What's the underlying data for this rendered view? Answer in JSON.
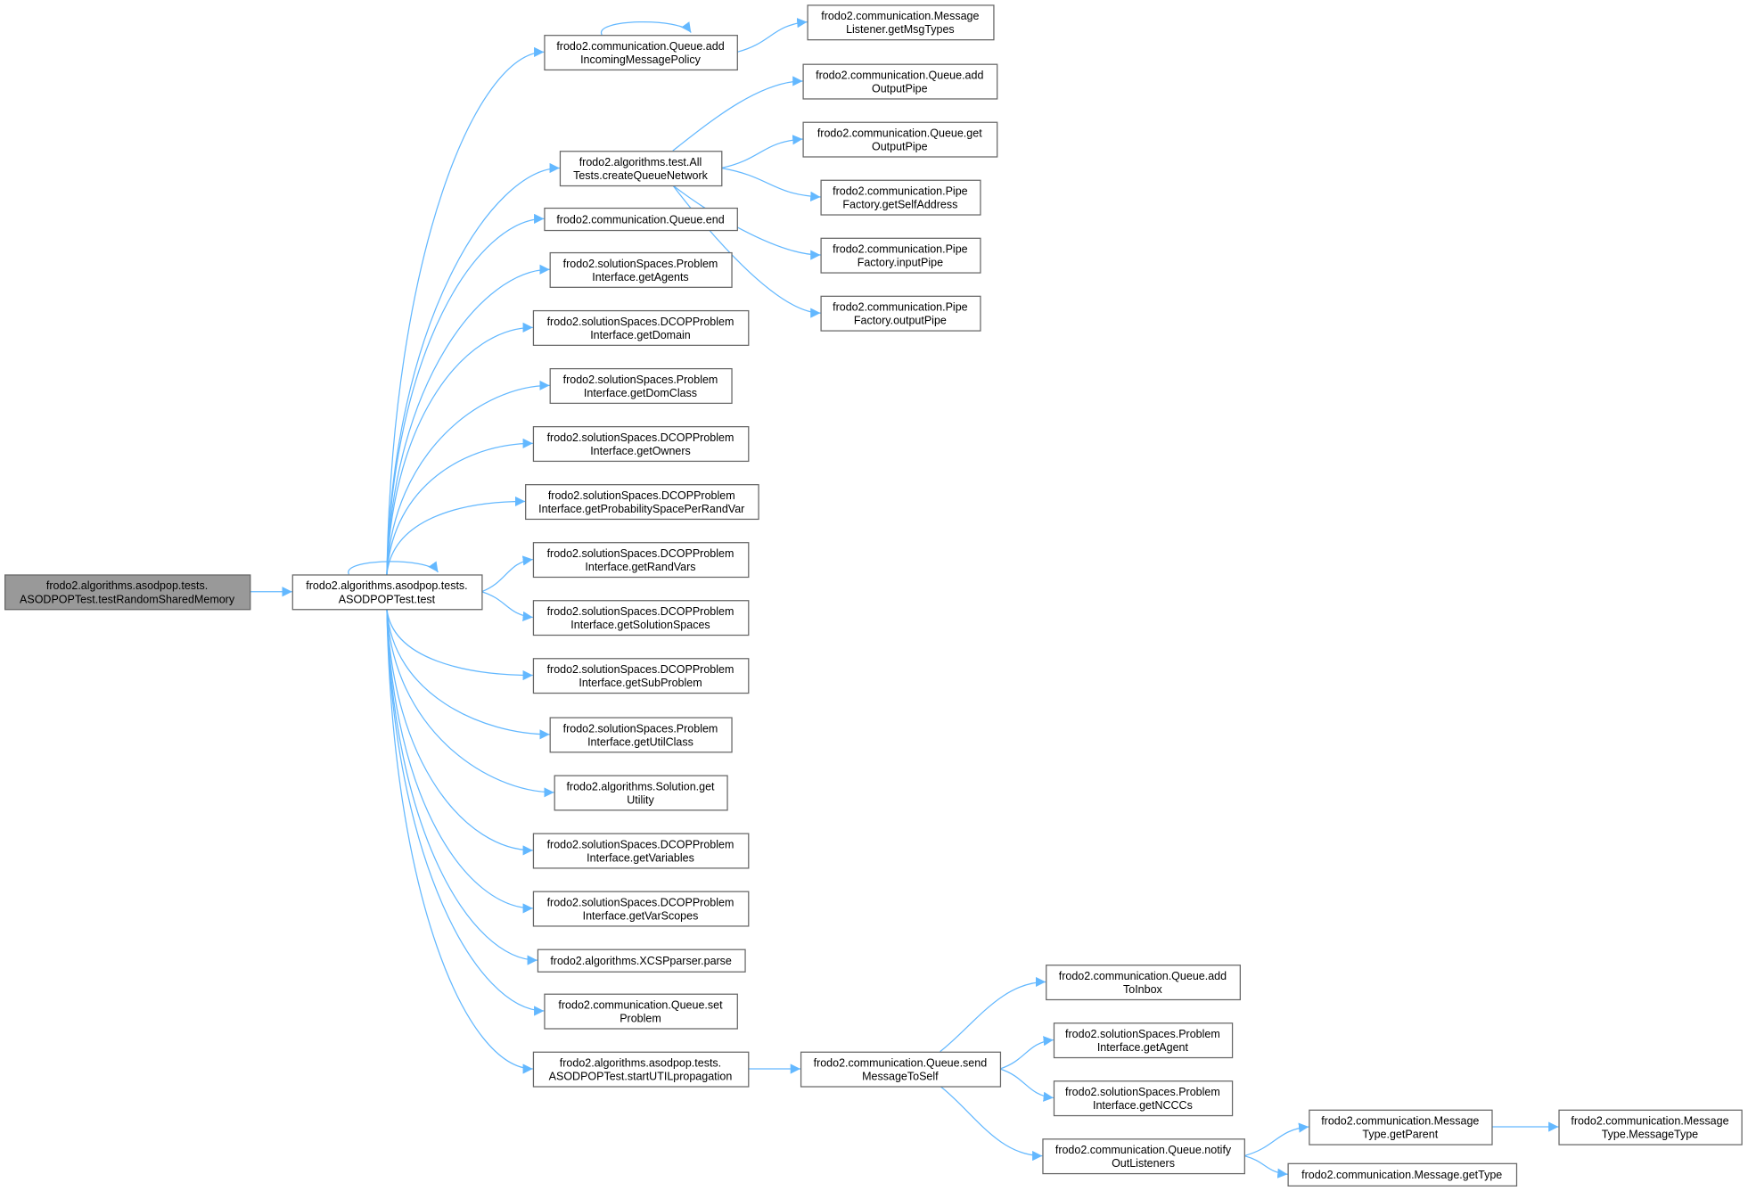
{
  "colors": {
    "edge": "#63b8ff",
    "highlight_fill": "#999999",
    "border": "#666666"
  },
  "nodes": [
    {
      "id": "n0",
      "lines": [
        "frodo2.algorithms.asodpop.tests.",
        "ASODPOPTest.testRandomSharedMemory"
      ],
      "highlighted": true
    },
    {
      "id": "n1",
      "lines": [
        "frodo2.algorithms.asodpop.tests.",
        "ASODPOPTest.test"
      ]
    },
    {
      "id": "a1",
      "lines": [
        "frodo2.communication.Queue.add",
        "IncomingMessagePolicy"
      ]
    },
    {
      "id": "a2",
      "lines": [
        "frodo2.algorithms.test.All",
        "Tests.createQueueNetwork"
      ]
    },
    {
      "id": "a3",
      "lines": [
        "frodo2.communication.Queue.end"
      ]
    },
    {
      "id": "a4",
      "lines": [
        "frodo2.solutionSpaces.Problem",
        "Interface.getAgents"
      ]
    },
    {
      "id": "a5",
      "lines": [
        "frodo2.solutionSpaces.DCOPProblem",
        "Interface.getDomain"
      ]
    },
    {
      "id": "a6",
      "lines": [
        "frodo2.solutionSpaces.Problem",
        "Interface.getDomClass"
      ]
    },
    {
      "id": "a7",
      "lines": [
        "frodo2.solutionSpaces.DCOPProblem",
        "Interface.getOwners"
      ]
    },
    {
      "id": "a8",
      "lines": [
        "frodo2.solutionSpaces.DCOPProblem",
        "Interface.getProbabilitySpacePerRandVar"
      ]
    },
    {
      "id": "a9",
      "lines": [
        "frodo2.solutionSpaces.DCOPProblem",
        "Interface.getRandVars"
      ]
    },
    {
      "id": "a10",
      "lines": [
        "frodo2.solutionSpaces.DCOPProblem",
        "Interface.getSolutionSpaces"
      ]
    },
    {
      "id": "a11",
      "lines": [
        "frodo2.solutionSpaces.DCOPProblem",
        "Interface.getSubProblem"
      ]
    },
    {
      "id": "a12",
      "lines": [
        "frodo2.solutionSpaces.Problem",
        "Interface.getUtilClass"
      ]
    },
    {
      "id": "a13",
      "lines": [
        "frodo2.algorithms.Solution.get",
        "Utility"
      ]
    },
    {
      "id": "a14",
      "lines": [
        "frodo2.solutionSpaces.DCOPProblem",
        "Interface.getVariables"
      ]
    },
    {
      "id": "a15",
      "lines": [
        "frodo2.solutionSpaces.DCOPProblem",
        "Interface.getVarScopes"
      ]
    },
    {
      "id": "a16",
      "lines": [
        "frodo2.algorithms.XCSPparser.parse"
      ]
    },
    {
      "id": "a17",
      "lines": [
        "frodo2.communication.Queue.set",
        "Problem"
      ]
    },
    {
      "id": "a18",
      "lines": [
        "frodo2.algorithms.asodpop.tests.",
        "ASODPOPTest.startUTILpropagation"
      ]
    },
    {
      "id": "b1",
      "lines": [
        "frodo2.communication.Message",
        "Listener.getMsgTypes"
      ]
    },
    {
      "id": "b2",
      "lines": [
        "frodo2.communication.Queue.add",
        "OutputPipe"
      ]
    },
    {
      "id": "b3",
      "lines": [
        "frodo2.communication.Queue.get",
        "OutputPipe"
      ]
    },
    {
      "id": "b4",
      "lines": [
        "frodo2.communication.Pipe",
        "Factory.getSelfAddress"
      ]
    },
    {
      "id": "b5",
      "lines": [
        "frodo2.communication.Pipe",
        "Factory.inputPipe"
      ]
    },
    {
      "id": "b6",
      "lines": [
        "frodo2.communication.Pipe",
        "Factory.outputPipe"
      ]
    },
    {
      "id": "b7",
      "lines": [
        "frodo2.communication.Queue.send",
        "MessageToSelf"
      ]
    },
    {
      "id": "c1",
      "lines": [
        "frodo2.communication.Queue.add",
        "ToInbox"
      ]
    },
    {
      "id": "c2",
      "lines": [
        "frodo2.solutionSpaces.Problem",
        "Interface.getAgent"
      ]
    },
    {
      "id": "c3",
      "lines": [
        "frodo2.solutionSpaces.Problem",
        "Interface.getNCCCs"
      ]
    },
    {
      "id": "c4",
      "lines": [
        "frodo2.communication.Queue.notify",
        "OutListeners"
      ]
    },
    {
      "id": "d1",
      "lines": [
        "frodo2.communication.Message",
        "Type.getParent"
      ]
    },
    {
      "id": "d2",
      "lines": [
        "frodo2.communication.Message.getType"
      ]
    },
    {
      "id": "e1",
      "lines": [
        "frodo2.communication.Message",
        "Type.MessageType"
      ]
    }
  ],
  "edges": [
    [
      "n0",
      "n1"
    ],
    [
      "n1",
      "n1"
    ],
    [
      "n1",
      "a1"
    ],
    [
      "n1",
      "a2"
    ],
    [
      "n1",
      "a3"
    ],
    [
      "n1",
      "a4"
    ],
    [
      "n1",
      "a5"
    ],
    [
      "n1",
      "a6"
    ],
    [
      "n1",
      "a7"
    ],
    [
      "n1",
      "a8"
    ],
    [
      "n1",
      "a9"
    ],
    [
      "n1",
      "a10"
    ],
    [
      "n1",
      "a11"
    ],
    [
      "n1",
      "a12"
    ],
    [
      "n1",
      "a13"
    ],
    [
      "n1",
      "a14"
    ],
    [
      "n1",
      "a15"
    ],
    [
      "n1",
      "a16"
    ],
    [
      "n1",
      "a17"
    ],
    [
      "n1",
      "a18"
    ],
    [
      "a1",
      "a1"
    ],
    [
      "a1",
      "b1"
    ],
    [
      "a2",
      "b2"
    ],
    [
      "a2",
      "b3"
    ],
    [
      "a2",
      "b4"
    ],
    [
      "a2",
      "b5"
    ],
    [
      "a2",
      "b6"
    ],
    [
      "a18",
      "b7"
    ],
    [
      "b7",
      "c1"
    ],
    [
      "b7",
      "c2"
    ],
    [
      "b7",
      "c3"
    ],
    [
      "b7",
      "c4"
    ],
    [
      "c4",
      "d1"
    ],
    [
      "c4",
      "d2"
    ],
    [
      "d1",
      "e1"
    ]
  ]
}
